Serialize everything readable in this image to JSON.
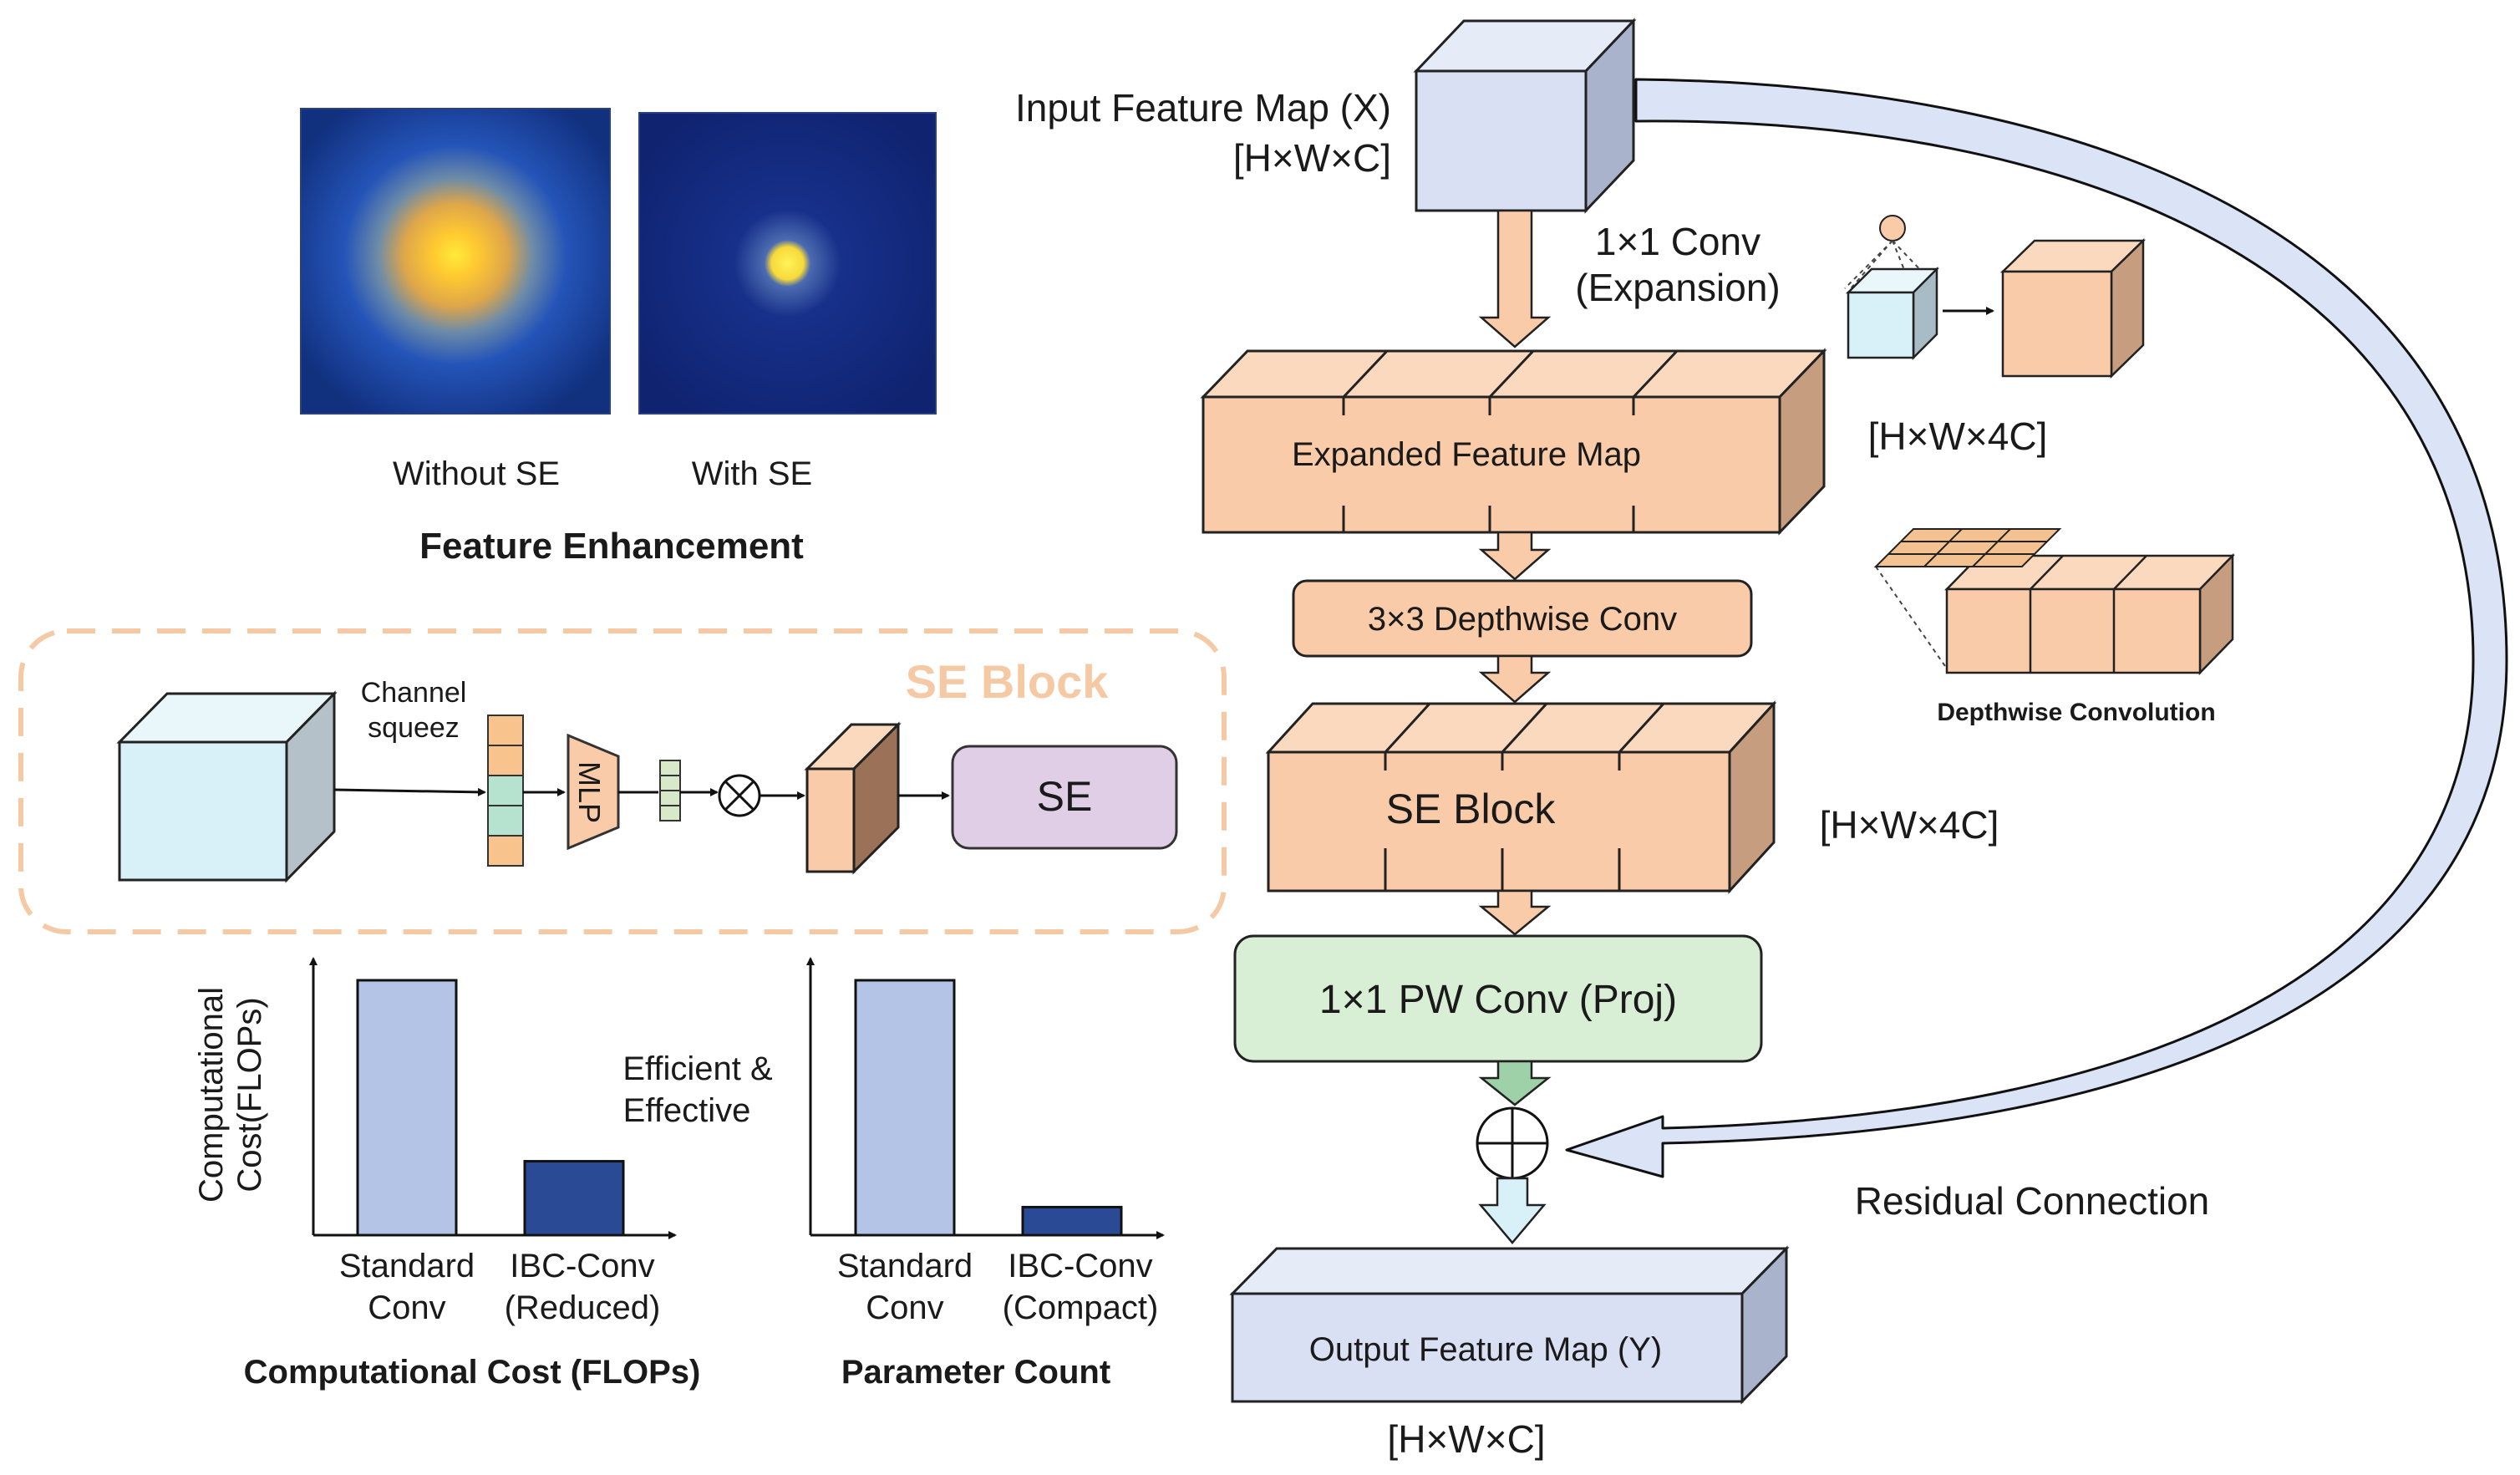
{
  "feature_enhancement": {
    "title": "Feature Enhancement",
    "without_label": "Without SE",
    "with_label": "With SE"
  },
  "se_panel": {
    "title": "SE Block",
    "channel_label_1": "Channel",
    "channel_label_2": "squeez",
    "mlp_label": "MLP",
    "se_label": "SE",
    "title_color": "#f6c9a5",
    "border_color": "#f6c9a5"
  },
  "flops_chart": {
    "caption": "Computational Cost (FLOPs)",
    "ylabel_1": "Computational",
    "ylabel_2": "Cost(FLOPs)",
    "annotation_1": "Efficient &",
    "annotation_2": "Effective"
  },
  "params_chart": {
    "caption": "Parameter Count"
  },
  "pipeline": {
    "input_label": "Input Feature Map (X)",
    "input_dims": "[H×W×C]",
    "expansion_1": "1×1 Conv",
    "expansion_2": "(Expansion)",
    "expanded_label": "Expanded Feature Map",
    "expanded_dims": "[H×W×4C]",
    "depthwise_label": "3×3 Depthwise Conv",
    "depthwise_inset_label": "Depthwise Convolution",
    "se_block_label": "SE Block",
    "se_block_dims": "[H×W×4C]",
    "proj_label": "1×1 PW Conv (Proj)",
    "output_label": "Output Feature Map (Y)",
    "output_dims": "[H×W×C]",
    "residual_label": "Residual Connection"
  },
  "colors": {
    "peach": "#f9cba8",
    "peach_top": "#fbd9bf",
    "peach_side": "#c69d7f",
    "lavender_front": "#d9e0f4",
    "lavender_side": "#a9b3cc",
    "light_cyan": "#d8f0f8",
    "proj_green": "#d9efd5",
    "se_purple": "#e0cde6",
    "bar_light": "#b4c4e6",
    "bar_dark": "#2b4a96",
    "residual": "#dbe4f6"
  },
  "chart_data": [
    {
      "type": "bar",
      "categories": [
        "Standard Conv",
        "IBC-Conv (Reduced)"
      ],
      "values": [
        100,
        29
      ],
      "ylim": [
        0,
        100
      ]
    },
    {
      "type": "bar",
      "categories": [
        "Standard Conv",
        "IBC-Conv (Compact)"
      ],
      "values": [
        100,
        11
      ],
      "ylim": [
        0,
        100
      ]
    }
  ]
}
